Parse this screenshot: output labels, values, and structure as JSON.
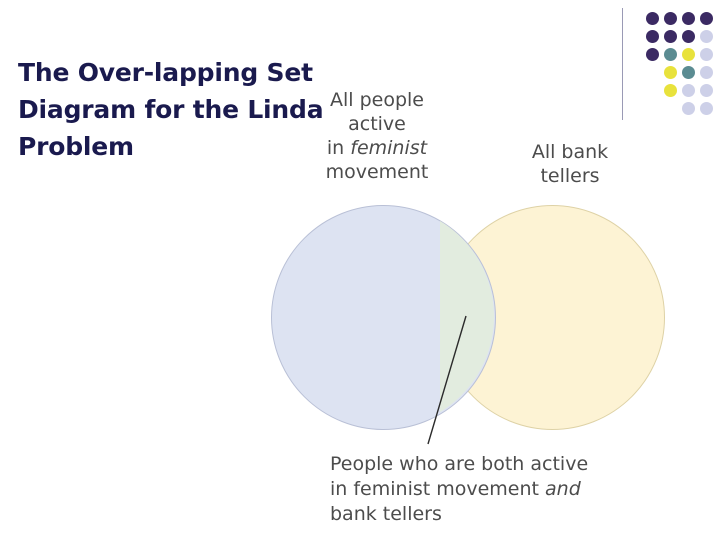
{
  "slide": {
    "title": "The Over-lapping Set Diagram for the Linda Problem"
  },
  "diagram": {
    "type": "venn",
    "left_set": {
      "label_line1": "All people",
      "label_line2": "active",
      "label_line3_plain": "in",
      "label_line3_italic": " feminist",
      "label_line4": "movement",
      "fill_color": "#dde3f2"
    },
    "right_set": {
      "label_line1": "All bank",
      "label_line2": "tellers",
      "fill_color": "#fdf3d4"
    },
    "intersection": {
      "label_line1": "People who are both active",
      "label_line2_plain": "in feminist movement ",
      "label_line2_italic": "and",
      "label_line3": "bank tellers",
      "fill_color": "#e2ecdf"
    }
  },
  "logo": {
    "name": "decorative-dot-grid",
    "colors": {
      "dark_purple": "#3b2a63",
      "teal": "#5b8c92",
      "yellow": "#e8e23c",
      "light_lavender": "#cdd0e8"
    }
  }
}
